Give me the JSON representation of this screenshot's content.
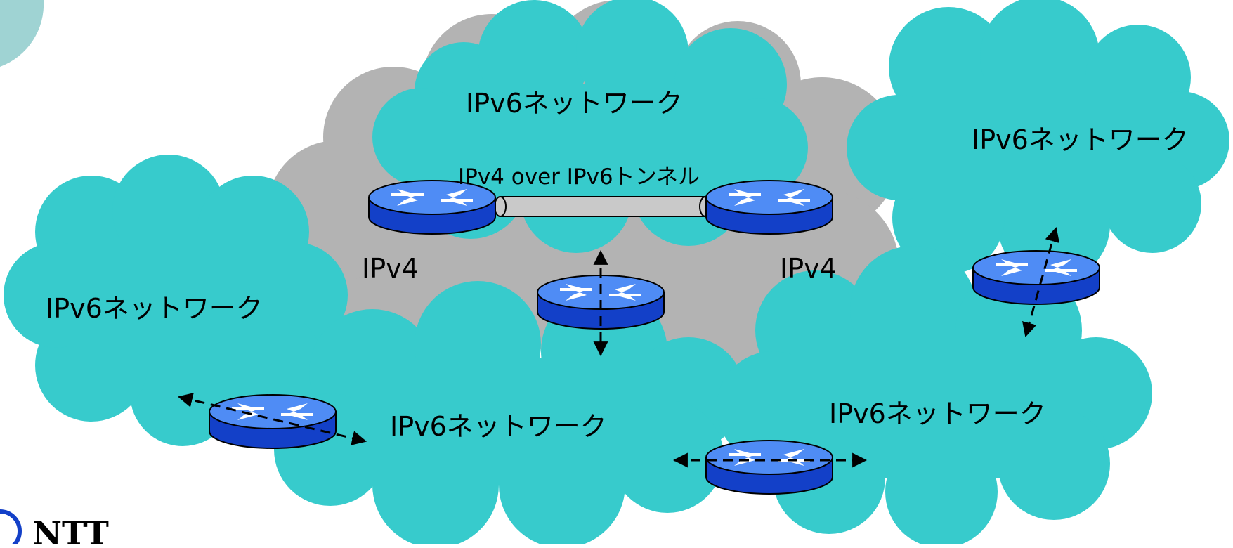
{
  "diagram": {
    "networks": [
      {
        "id": "top",
        "label": "IPv6ネットワーク"
      },
      {
        "id": "top-right",
        "label": "IPv6ネットワーク"
      },
      {
        "id": "left",
        "label": "IPv6ネットワーク"
      },
      {
        "id": "bottom-center",
        "label": "IPv6ネットワーク"
      },
      {
        "id": "bottom-right",
        "label": "IPv6ネットワーク"
      }
    ],
    "tunnel_label": "IPv4 over IPv6トンネル",
    "ipv4_left_label": "IPv4",
    "ipv4_right_label": "IPv4",
    "logo_text": "NTT",
    "colors": {
      "ipv6_cloud": "#37cbcc",
      "ipv4_cloud": "#b3b3b3",
      "router_top": "#4f8cf5",
      "router_side": "#1340c8",
      "corner_arc": "#9fd3d3"
    }
  }
}
